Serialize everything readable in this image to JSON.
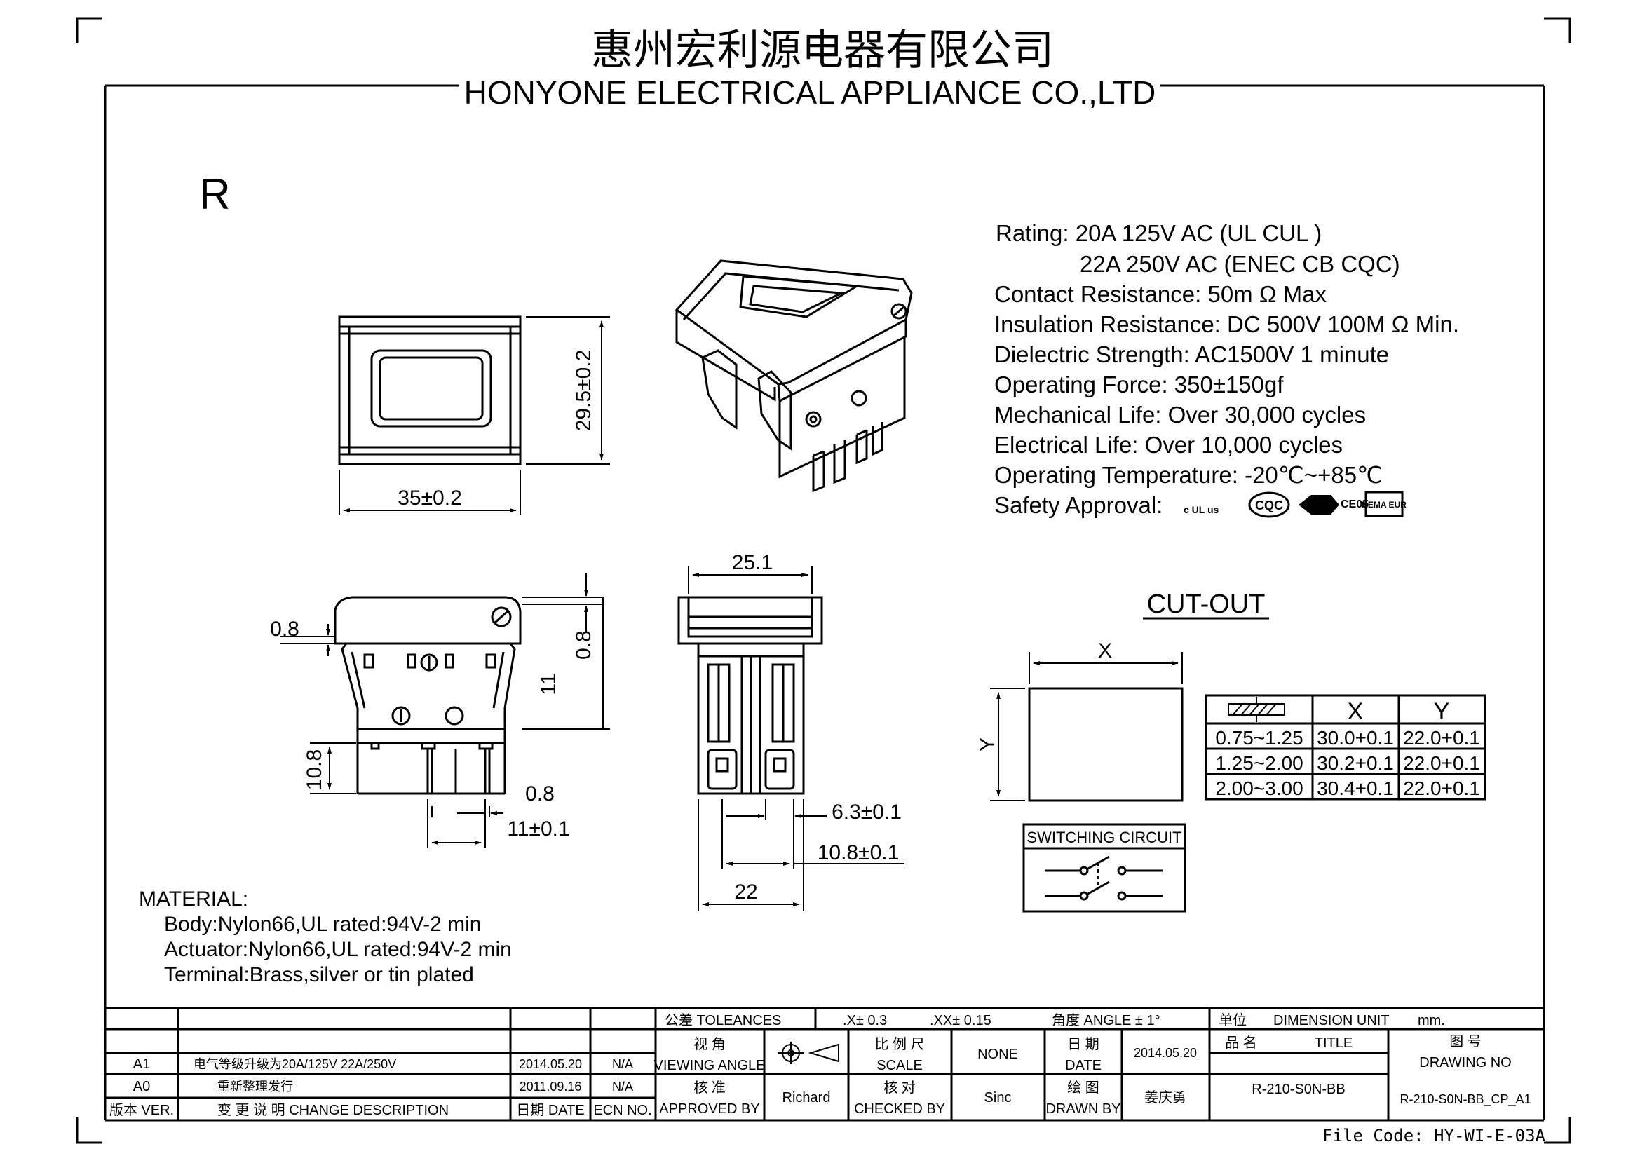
{
  "header": {
    "company_cn": "惠州宏利源电器有限公司",
    "company_en": "HONYONE ELECTRICAL APPLIANCE  CO.,LTD"
  },
  "series_letter": "R",
  "specs": {
    "rating_1": "Rating: 20A 125V AC (UL  CUL  )",
    "rating_2": "22A 250V AC (ENEC CB CQC)",
    "contact_resistance": "Contact Resistance: 50m Ω Max",
    "insulation_resistance": "Insulation Resistance: DC 500V 100M Ω  Min.",
    "dielectric_strength": "Dielectric Strength: AC1500V 1 minute",
    "operating_force": "Operating Force: 350±150gf",
    "mechanical_life": "Mechanical Life: Over 30,000 cycles",
    "electrical_life": "Electrical Life: Over 10,000 cycles",
    "operating_temperature": "Operating Temperature: -20℃~+85℃",
    "safety_approval": "Safety Approval:",
    "approval_marks": [
      "c UL us",
      "CQC",
      "CE05",
      "KEMA EUR"
    ]
  },
  "dimensions": {
    "front_width": "35±0.2",
    "front_height": "29.5±0.2",
    "side_top_thk": "0.8",
    "side_right_thk": "0.8",
    "side_height": "11",
    "side_terminal": "10.8",
    "side_tab_thk": "0.8",
    "side_pitch": "11±0.1",
    "end_width": "25.1",
    "end_tab_width": "6.3±0.1",
    "end_tab_pitch": "10.8±0.1",
    "end_bottom": "22"
  },
  "cutout": {
    "title": "CUT-OUT",
    "x_label": "X",
    "y_label": "Y",
    "table": {
      "headers": [
        "",
        "X",
        "Y"
      ],
      "rows": [
        [
          "0.75~1.25",
          "30.0+0.1",
          "22.0+0.1"
        ],
        [
          "1.25~2.00",
          "30.2+0.1",
          "22.0+0.1"
        ],
        [
          "2.00~3.00",
          "30.4+0.1",
          "22.0+0.1"
        ]
      ]
    }
  },
  "switching_circuit": {
    "title": "SWITCHING CIRCUIT"
  },
  "material": {
    "title": "MATERIAL:",
    "body": "Body:Nylon66,UL rated:94V-2 min",
    "actuator": "Actuator:Nylon66,UL rated:94V-2 min",
    "terminal": "Terminal:Brass,silver or tin plated"
  },
  "title_block": {
    "tolerances_label": "公差 TOLEANCES",
    "tol_x": ".X± 0.3",
    "tol_xx": ".XX± 0.15",
    "tol_angle": "角度 ANGLE ± 1°",
    "unit_label": "单位",
    "unit_en": "DIMENSION UNIT",
    "unit_value": "mm.",
    "viewing_angle_cn": "视 角",
    "viewing_angle_en": "VIEWING ANGLE",
    "scale_cn": "比 例 尺",
    "scale_en": "SCALE",
    "scale_value": "NONE",
    "date_cn": "日 期",
    "date_en": "DATE",
    "date_value": "2014.05.20",
    "title_cn": "品 名",
    "title_en": "TITLE",
    "drawing_no_cn": "图 号",
    "drawing_no_en": "DRAWING NO",
    "approved_cn": "核 准",
    "approved_en": "APPROVED BY",
    "approved_value": "Richard",
    "checked_cn": "核 对",
    "checked_en": "CHECKED BY",
    "checked_value": "Sinc",
    "drawn_cn": "绘 图",
    "drawn_en": "DRAWN BY",
    "drawn_value": "姜庆勇",
    "title_value": "R-210-S0N-BB",
    "drawing_no_value": "R-210-S0N-BB_CP_A1",
    "rev_header_ver": "版本 VER.",
    "rev_header_desc": "变 更 说 明   CHANGE DESCRIPTION",
    "rev_header_date": "日期 DATE",
    "rev_header_ecn": "ECN NO.",
    "revisions": [
      {
        "ver": "A1",
        "desc": "电气等级升级为20A/125V  22A/250V",
        "date": "2014.05.20",
        "ecn": "N/A"
      },
      {
        "ver": "A0",
        "desc": "重新整理发行",
        "date": "2011.09.16",
        "ecn": "N/A"
      }
    ]
  },
  "file_code": "File Code: HY-WI-E-03A"
}
